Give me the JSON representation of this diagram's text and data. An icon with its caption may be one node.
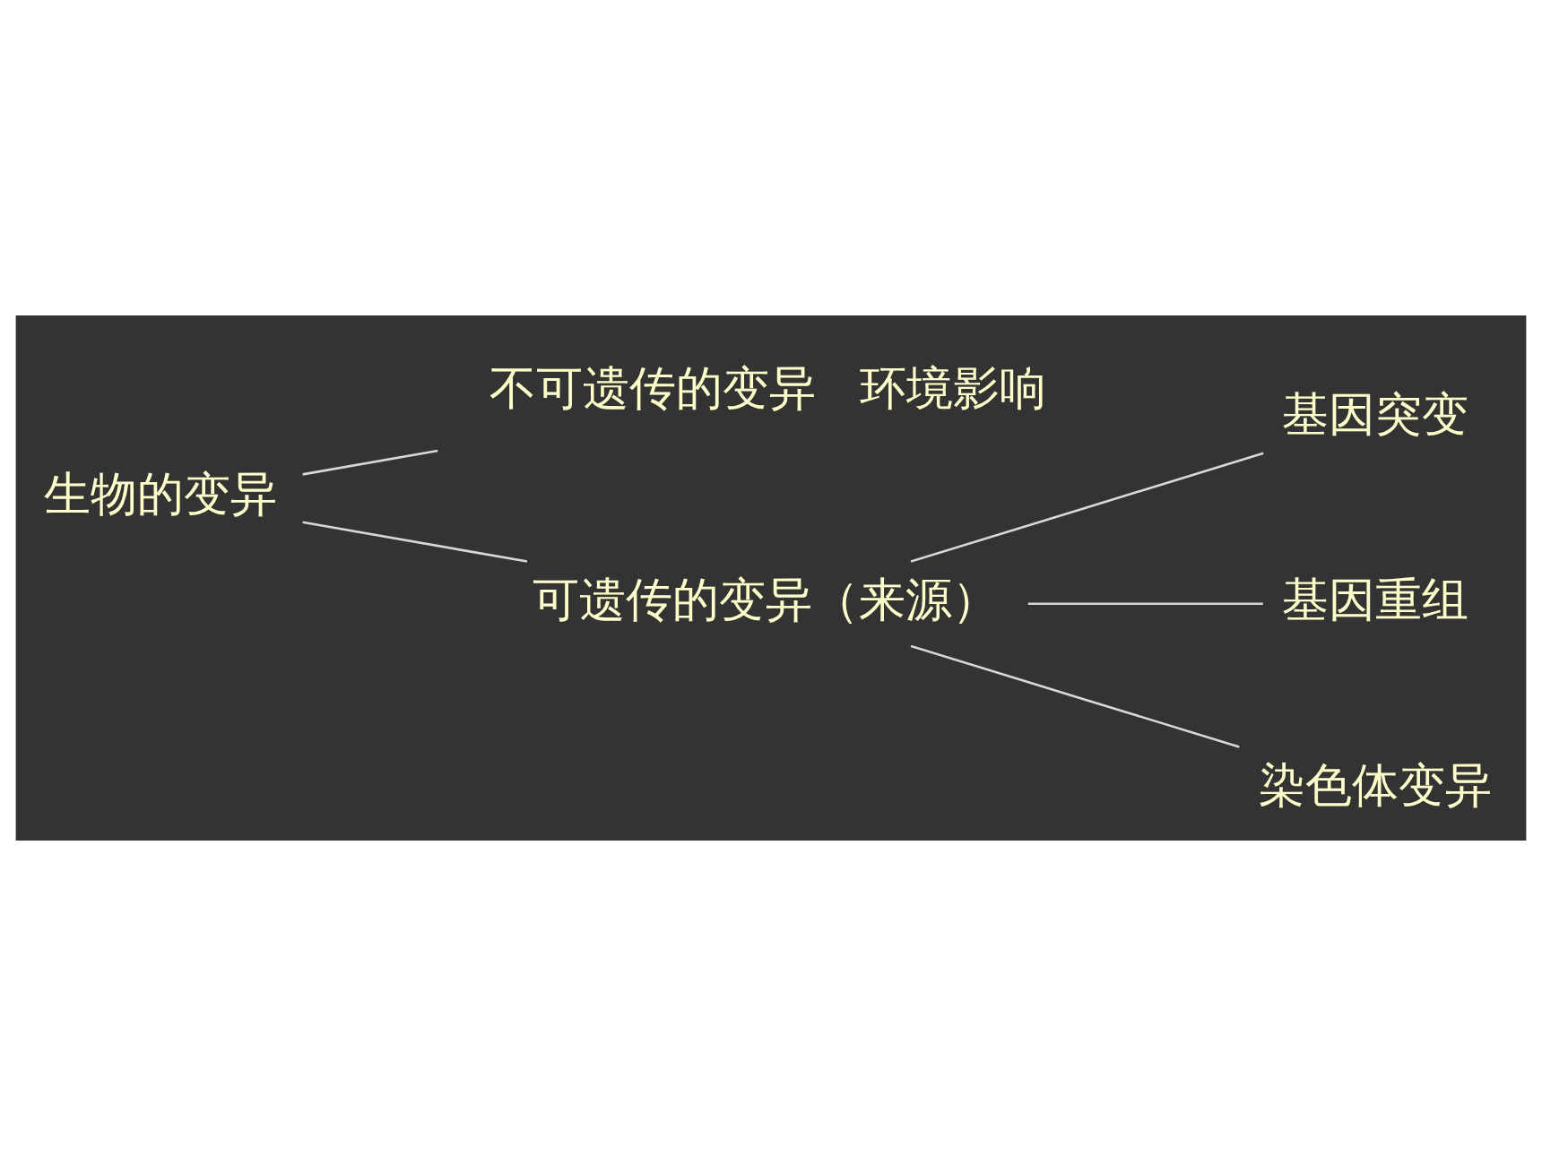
{
  "diagram": {
    "nodes": [
      {
        "text": [
          "生物的变异"
        ]
      },
      {
        "text": [
          "不可遗传的变异"
        ],
        "beside": [
          "环境影响"
        ]
      },
      {
        "text": [
          "可遗传的变异（来源）"
        ]
      },
      {
        "text": [
          "基因突变"
        ]
      },
      {
        "text": [
          "基因重组"
        ]
      },
      {
        "text": [
          "染色体变异"
        ]
      }
    ],
    "edges": [
      {
        "from": 0,
        "to": 1,
        "arrow": "none"
      },
      {
        "from": 0,
        "to": 2,
        "arrow": "none"
      },
      {
        "from": 2,
        "to": 3,
        "arrow": "none"
      },
      {
        "from": 2,
        "to": 4,
        "arrow": "none"
      },
      {
        "from": 2,
        "to": 5,
        "arrow": "none"
      }
    ]
  }
}
